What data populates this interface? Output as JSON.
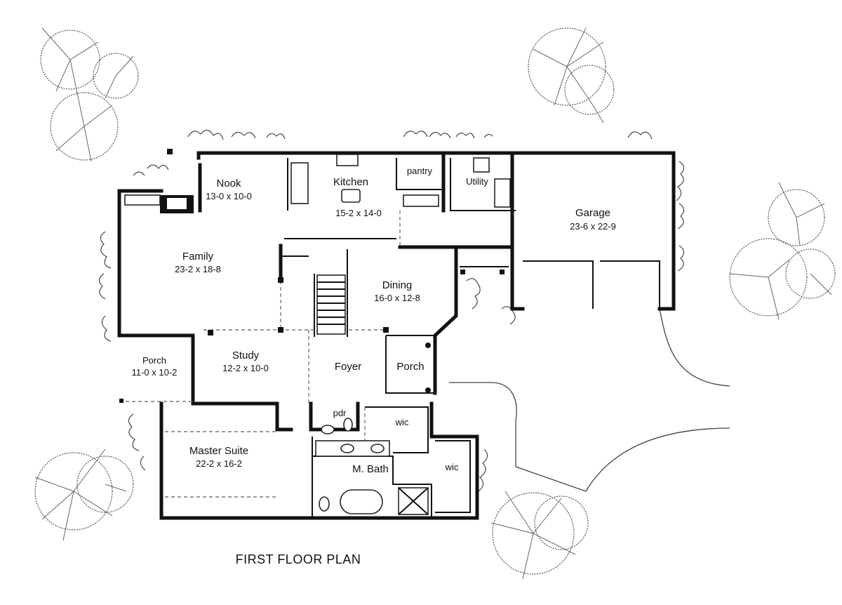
{
  "plan": {
    "title": "FIRST FLOOR PLAN",
    "rooms": [
      {
        "id": "nook",
        "name": "Nook",
        "dims": "13-0 x 10-0"
      },
      {
        "id": "kitchen",
        "name": "Kitchen",
        "dims": "15-2 x 14-0"
      },
      {
        "id": "pantry",
        "name": "pantry",
        "dims": ""
      },
      {
        "id": "utility",
        "name": "Utility",
        "dims": ""
      },
      {
        "id": "garage",
        "name": "Garage",
        "dims": "23-6 x 22-9"
      },
      {
        "id": "family",
        "name": "Family",
        "dims": "23-2 x 18-8"
      },
      {
        "id": "dining",
        "name": "Dining",
        "dims": "16-0 x 12-8"
      },
      {
        "id": "porch-side",
        "name": "Porch",
        "dims": "11-0 x 10-2"
      },
      {
        "id": "study",
        "name": "Study",
        "dims": "12-2 x 10-0"
      },
      {
        "id": "foyer",
        "name": "Foyer",
        "dims": ""
      },
      {
        "id": "porch-front",
        "name": "Porch",
        "dims": ""
      },
      {
        "id": "pdr",
        "name": "pdr",
        "dims": ""
      },
      {
        "id": "wic-1",
        "name": "wic",
        "dims": ""
      },
      {
        "id": "master-suite",
        "name": "Master Suite",
        "dims": "22-2 x 16-2"
      },
      {
        "id": "m-bath",
        "name": "M. Bath",
        "dims": ""
      },
      {
        "id": "wic-2",
        "name": "wic",
        "dims": ""
      }
    ]
  }
}
